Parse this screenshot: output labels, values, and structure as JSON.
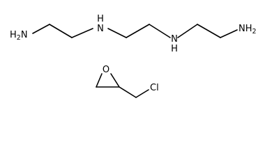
{
  "molecules": [
    {
      "atom_labels": {
        "amine_left": "H",
        "amine_left_subscript": "2",
        "amine_left_n": "N",
        "nh_1": "N",
        "nh_1_h": "H",
        "nh_2": "N",
        "nh_2_h": "H",
        "amine_right": "NH",
        "amine_right_subscript": "2"
      }
    },
    {
      "atom_labels": {
        "epoxide_o": "O",
        "chlorine": "Cl"
      }
    }
  ]
}
